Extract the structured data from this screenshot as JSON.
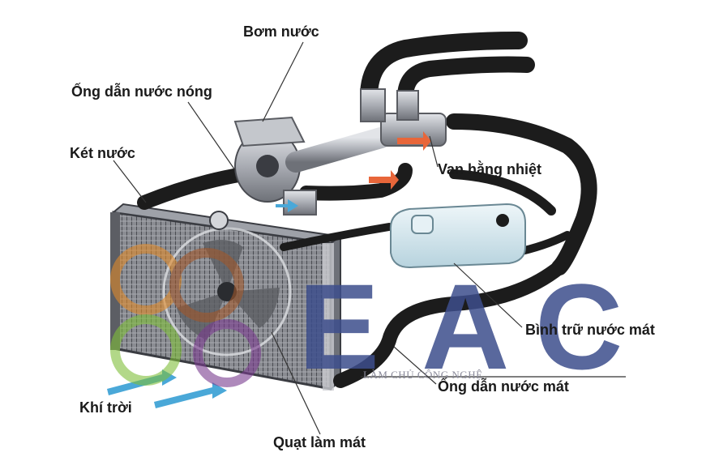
{
  "labels": {
    "water_pump": "Bơm nước",
    "hot_water_hose": "Ống dẫn nước nóng",
    "radiator": "Két nước",
    "thermostat": "Van hằng nhiệt",
    "coolant_reservoir": "Bình trữ nước mát",
    "coolant_hose": "Ống dẫn nước mát",
    "ambient_air": "Khí trời",
    "cooling_fan": "Quạt làm mát"
  },
  "watermark": {
    "letters": [
      "E",
      "A",
      "C"
    ],
    "tagline": "LÀM CHỦ CÔNG NGHỆ",
    "colors": {
      "text": "#3d4e8c",
      "orange": "#e08a2a",
      "green": "#7fbf3a",
      "purple": "#7a3b8f"
    }
  },
  "colors": {
    "hose": "#1c1c1c",
    "radiator": "#7a7a80",
    "hot_arrow": "#e8663a",
    "cool_arrow": "#4aa8d8",
    "reservoir": "#cfe3ea",
    "metal": "#b9bcc2"
  }
}
